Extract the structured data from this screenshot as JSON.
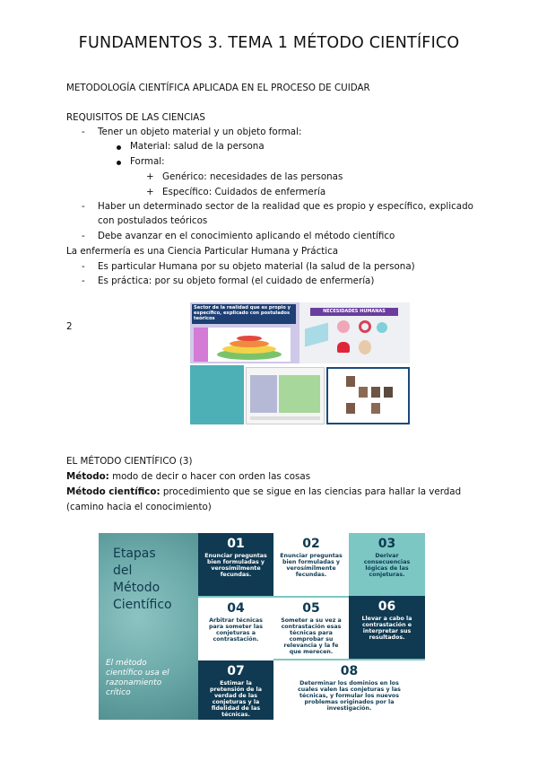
{
  "title": "FUNDAMENTOS 3.    TEMA 1 MÉTODO CIENTÍFICO",
  "section1": {
    "heading": "METODOLOGÍA CIENTÍFICA APLICADA EN EL PROCESO DE CUIDAR",
    "subheading": "REQUISITOS DE LAS CIENCIAS",
    "item1": "Tener un objeto material y un objeto formal:",
    "item1a": "Material: salud de la persona",
    "item1b": "Formal:",
    "item1b1": "Genérico: necesidades de las personas",
    "item1b2": "Específico: Cuidados de enfermería",
    "item2_line1": "Haber un determinado sector de la realidad que es propio y específico, explicado",
    "item2_line2": "con postulados teóricos",
    "item3": "Debe avanzar en el conocimiento aplicando el método científico",
    "para": "La enfermería es una Ciencia Particular Humana y Práctica",
    "item4": "Es particular Humana por su objeto material (la salud de la persona)",
    "item5": "Es práctica: por su objeto formal (el cuidado de enfermería)",
    "figure_number": "2",
    "collage_caption": "Sector de la realidad que es propio y específico, explicado con postulados teóricos",
    "collage_banner": "NECESIDADES HUMANAS"
  },
  "section2": {
    "heading": "EL MÉTODO CIENTÍFICO (3)",
    "def1_term": "Método:",
    "def1_text": " modo de decir o hacer con orden las cosas",
    "def2_term": "Método científico:",
    "def2_text": " procedimiento que se sigue en las ciencias para hallar la verdad",
    "def2_line2": "(camino hacia el conocimiento)"
  },
  "infographic": {
    "title_line1": "Etapas",
    "title_line2": "del",
    "title_line3": "Método",
    "title_line4": "Científico",
    "subtitle_line1": "El método",
    "subtitle_line2": "científico usa el",
    "subtitle_line3": "razonamiento",
    "subtitle_line4": "crítico",
    "steps": [
      {
        "num": "01",
        "text": "Enunciar preguntas bien formuladas y verosímilmente fecundas."
      },
      {
        "num": "02",
        "text": "Enunciar preguntas bien formuladas y verosímilmente fecundas."
      },
      {
        "num": "03",
        "text": "Derivar consecuencias lógicas de las conjeturas."
      },
      {
        "num": "04",
        "text": "Arbitrar técnicas para someter las conjeturas a contrastación."
      },
      {
        "num": "05",
        "text": "Someter a su vez a contrastación esas técnicas para comprobar su relevancia y la fe que merecen."
      },
      {
        "num": "06",
        "text": "Llevar a cabo la contrastación e interpretar sus resultados."
      },
      {
        "num": "07",
        "text": "Estimar la pretensión de la verdad de las conjeturas y la fidelidad de las técnicas."
      },
      {
        "num": "08",
        "text": "Determinar los dominios en los cuales valen las conjeturas y las técnicas, y formular los nuevos problemas originados por la investigación."
      }
    ],
    "colors": {
      "dark": "#0f3a52",
      "teal": "#7cc7c4",
      "white": "#ffffff",
      "bg": "#6aa9a8"
    }
  }
}
